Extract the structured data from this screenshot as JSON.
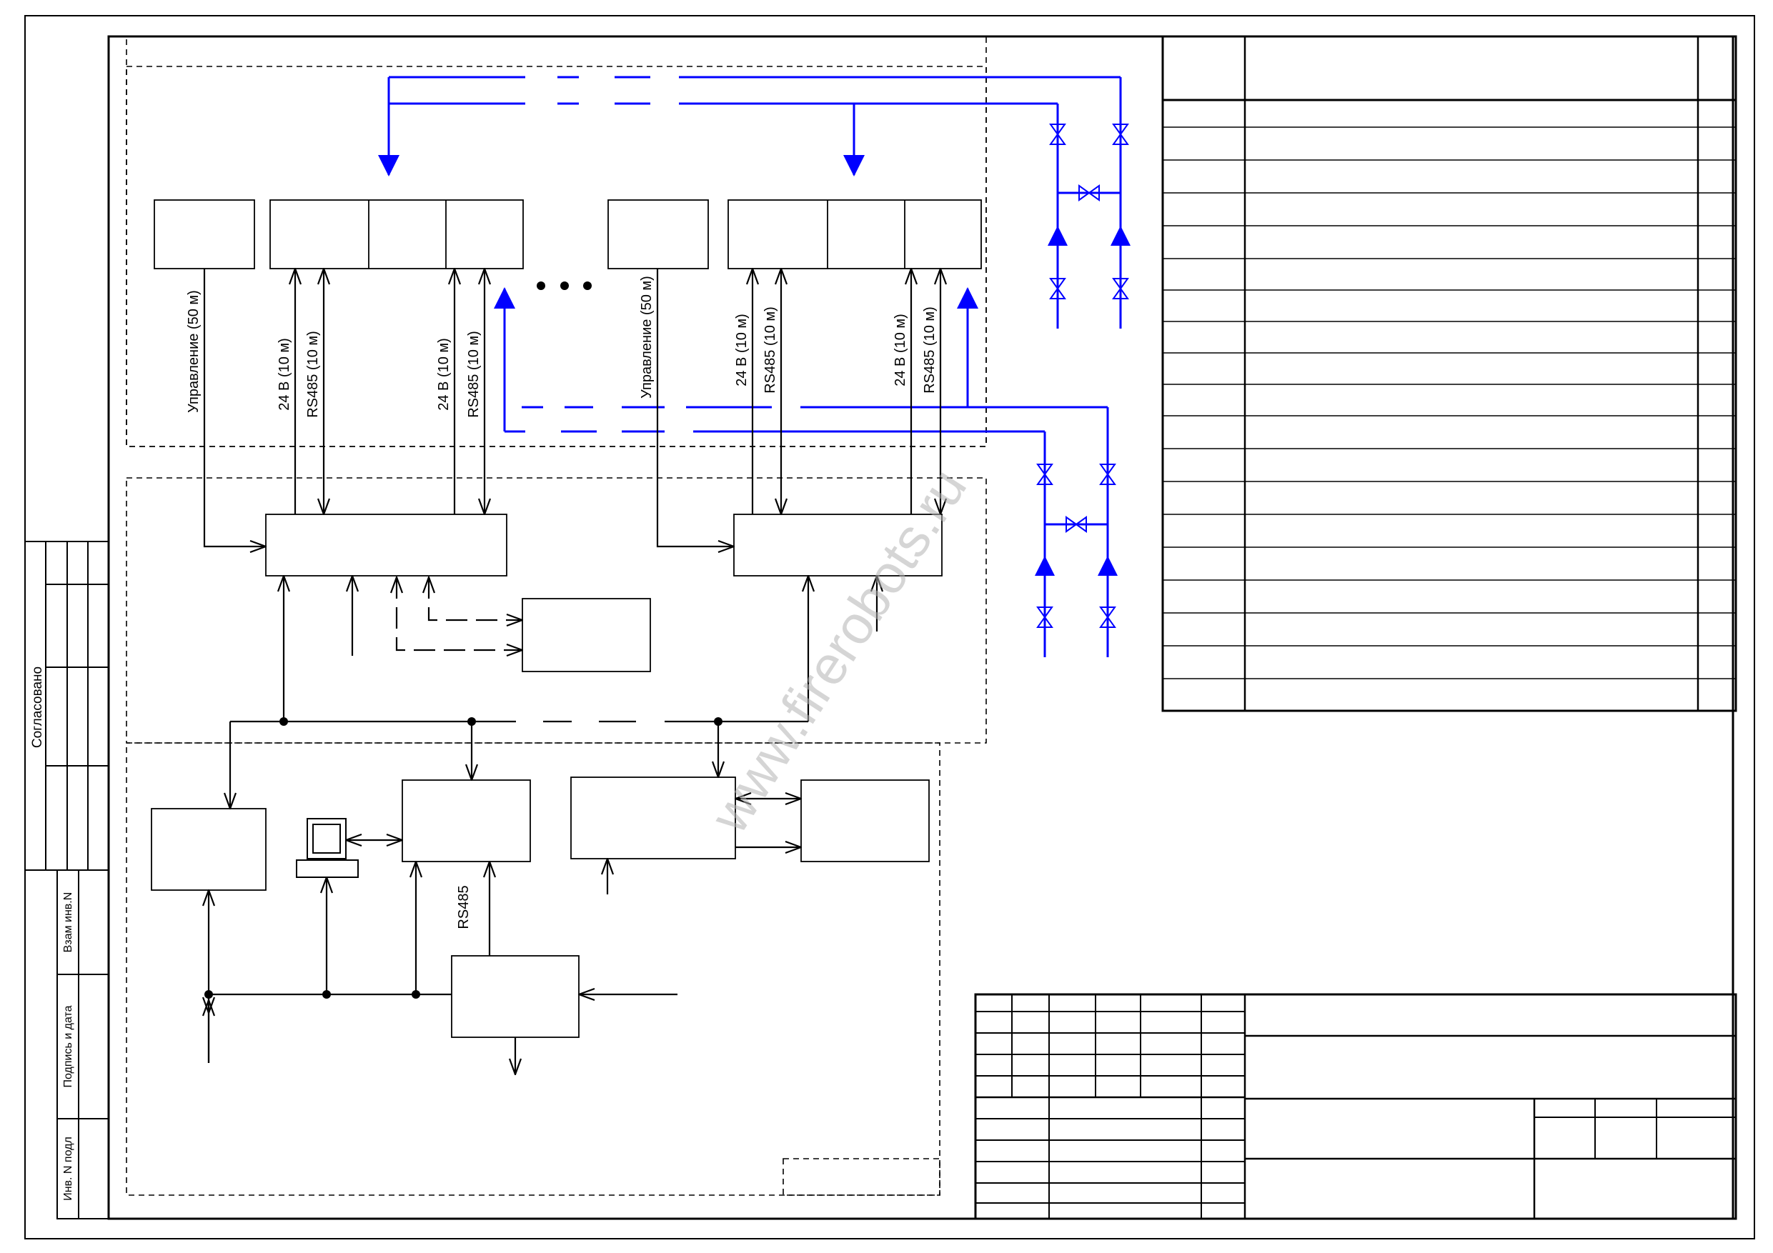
{
  "labels": {
    "control_cable": "Управление (50 м)",
    "power_cable": "24 В (10 м)",
    "data_cable": "RS485 (10 м)",
    "bus": "RS485"
  },
  "side_stamp": {
    "agreed": "Согласовано",
    "replaced_inv": "Взам инв.N",
    "signature_date": "Подпись и дата",
    "original_inv": "Инв. N подл"
  },
  "watermark": "www.firerobots.ru",
  "colors": {
    "line": "#000000",
    "water": "#0000ff",
    "watermark": "#b3b3b3"
  }
}
